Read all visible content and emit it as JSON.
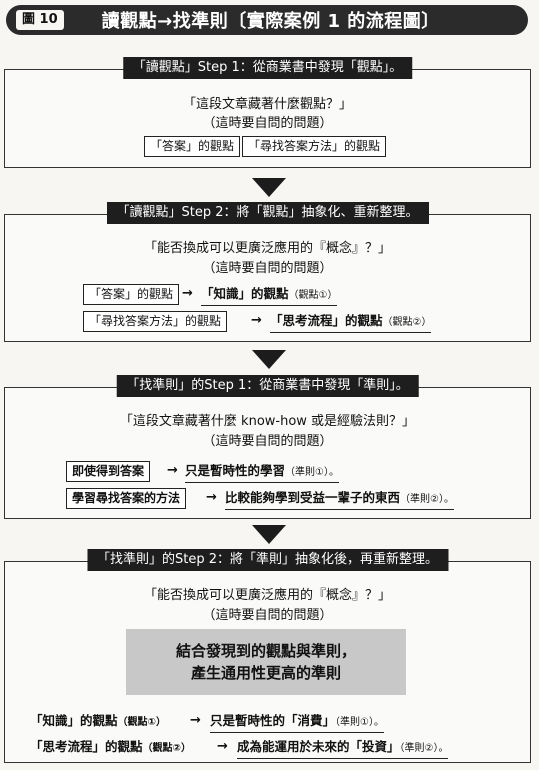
{
  "header": {
    "fig_label": "圖 10",
    "title": "讀觀點→找準則〔實際案例 1 的流程圖〕"
  },
  "sections": [
    {
      "title": "「讀觀點」Step 1：從商業書中發現「觀點」。",
      "question": "「這段文章藏著什麼觀點？」",
      "self_ask": "（這時要自問的問題）",
      "boxes": [
        "「答案」的觀點",
        "「尋找答案方法」的觀點"
      ]
    },
    {
      "title": "「讀觀點」Step 2：將「觀點」抽象化、重新整理。",
      "question": "「能否換成可以更廣泛應用的『概念』？」",
      "self_ask": "（這時要自問的問題）",
      "rows": [
        {
          "from": "「答案」的觀點",
          "arrow": "→",
          "to": "「知識」的觀點",
          "note": "（觀點①）"
        },
        {
          "from": "「尋找答案方法」的觀點",
          "arrow": "→",
          "to": "「思考流程」的觀點",
          "note": "（觀點②）"
        }
      ]
    },
    {
      "title": "「找準則」的Step 1：從商業書中發現「準則」。",
      "question": "「這段文章藏著什麼 know-how 或是經驗法則？」",
      "self_ask": "（這時要自問的問題）",
      "rows": [
        {
          "from": "即使得到答案",
          "arrow": "→",
          "to": "只是暫時性的學習",
          "note": "（準則①）。"
        },
        {
          "from": "學習尋找答案的方法",
          "arrow": "→",
          "to": "比較能夠學到受益一輩子的東西",
          "note": "（準則②）。"
        }
      ]
    },
    {
      "title": "「找準則」的Step 2：將「準則」抽象化後，再重新整理。",
      "question": "「能否換成可以更廣泛應用的『概念』？」",
      "self_ask": "（這時要自問的問題）",
      "highlight": [
        "結合發現到的觀點與準則，",
        "產生通用性更高的準則"
      ],
      "rows": [
        {
          "from": "「知識」的觀點",
          "from_note": "（觀點①）",
          "arrow": "→",
          "to": "只是暫時性的「消費」",
          "note": "（準則①）。"
        },
        {
          "from": "「思考流程」的觀點",
          "from_note": "（觀點②）",
          "arrow": "→",
          "to": "成為能運用於未來的「投資」",
          "note": "（準則②）。"
        }
      ]
    }
  ]
}
